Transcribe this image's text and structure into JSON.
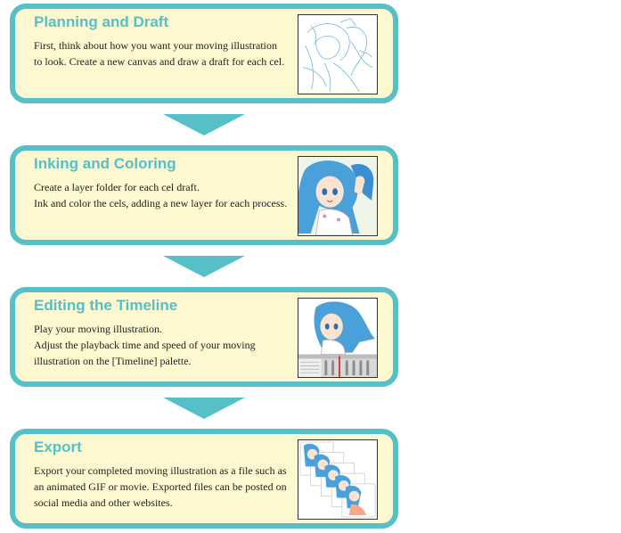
{
  "colors": {
    "accent": "#56bfc7",
    "box_fill": "#fdf8d0",
    "text": "#222222"
  },
  "steps": [
    {
      "title": "Planning and Draft",
      "lines": [
        "First, think about how you want your moving illustration",
        "to look. Create a new canvas and draw a draft for each cel."
      ],
      "image_icon": "sketch-draft-illustration"
    },
    {
      "title": "Inking and Coloring",
      "lines": [
        "Create a layer folder for each cel draft.",
        "Ink and color the cels, adding a new layer for each process."
      ],
      "image_icon": "colored-character-illustration"
    },
    {
      "title": "Editing the Timeline",
      "lines": [
        "Play your moving illustration.",
        "Adjust the playback time and speed of your moving",
        "illustration on the [Timeline] palette."
      ],
      "image_icon": "timeline-palette-illustration"
    },
    {
      "title": "Export",
      "lines": [
        "Export your completed moving illustration as a file such as",
        "an animated GIF or movie. Exported files can be posted on",
        "social media and other websites."
      ],
      "image_icon": "exported-frames-illustration"
    }
  ],
  "arrow_icon": "down-arrow-icon"
}
